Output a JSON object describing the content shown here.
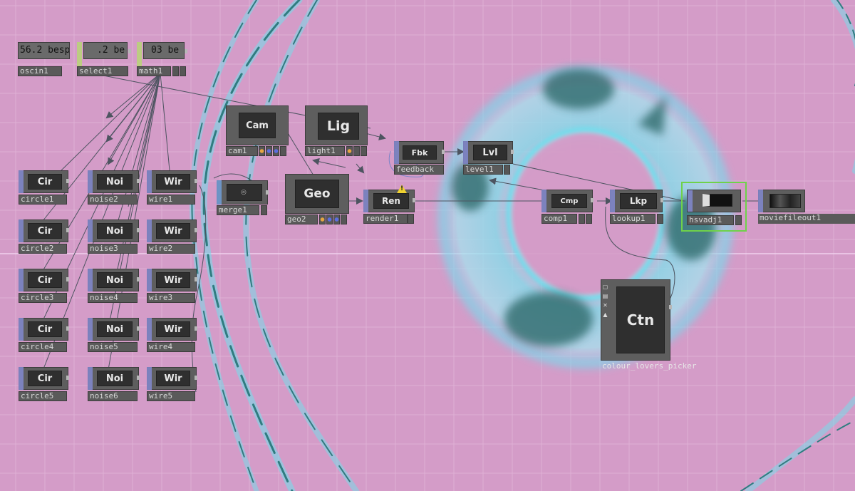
{
  "network": {
    "value_nodes": [
      {
        "id": "oscin1",
        "name": "oscin1",
        "value": "56.2 besp"
      },
      {
        "id": "select1",
        "name": "select1",
        "value": ".2 be"
      },
      {
        "id": "math1",
        "name": "math1",
        "value": "03 be"
      }
    ],
    "nodes": [
      {
        "id": "cam1",
        "name": "cam1",
        "label": "Cam"
      },
      {
        "id": "light1",
        "name": "light1",
        "label": "Lig"
      },
      {
        "id": "feedback1",
        "name": "feedback",
        "label": "Fbk"
      },
      {
        "id": "level1",
        "name": "level1",
        "label": "Lvl"
      },
      {
        "id": "merge1",
        "name": "merge1",
        "label": ""
      },
      {
        "id": "geo2",
        "name": "geo2",
        "label": "Geo"
      },
      {
        "id": "render1",
        "name": "render1",
        "label": "Ren"
      },
      {
        "id": "comp1",
        "name": "comp1",
        "label": "Cmp"
      },
      {
        "id": "lookup1",
        "name": "lookup1",
        "label": "Lkp"
      },
      {
        "id": "hsvadj1",
        "name": "hsvadj1",
        "label": ""
      },
      {
        "id": "moviefileout1",
        "name": "moviefileout1",
        "label": ""
      },
      {
        "id": "colour_lovers_picker",
        "name": "colour_lovers_picker",
        "label": "Ctn"
      },
      {
        "id": "circle1",
        "name": "circle1",
        "label": "Cir"
      },
      {
        "id": "noise2",
        "name": "noise2",
        "label": "Noi"
      },
      {
        "id": "wire1",
        "name": "wire1",
        "label": "Wir"
      },
      {
        "id": "circle2",
        "name": "circle2",
        "label": "Cir"
      },
      {
        "id": "noise3",
        "name": "noise3",
        "label": "Noi"
      },
      {
        "id": "wire2",
        "name": "wire2",
        "label": "Wir"
      },
      {
        "id": "circle3",
        "name": "circle3",
        "label": "Cir"
      },
      {
        "id": "noise4",
        "name": "noise4",
        "label": "Noi"
      },
      {
        "id": "wire3",
        "name": "wire3",
        "label": "Wir"
      },
      {
        "id": "circle4",
        "name": "circle4",
        "label": "Cir"
      },
      {
        "id": "noise5",
        "name": "noise5",
        "label": "Noi"
      },
      {
        "id": "wire4",
        "name": "wire4",
        "label": "Wir"
      },
      {
        "id": "circle5",
        "name": "circle5",
        "label": "Cir"
      },
      {
        "id": "noise6",
        "name": "noise6",
        "label": "Noi"
      },
      {
        "id": "wire5",
        "name": "wire5",
        "label": "Wir"
      }
    ]
  },
  "colors": {
    "background": "#d49cc8",
    "ring_glow": "#5fe4f0",
    "selected_outline": "#6fd24a",
    "warning": "#f0d230"
  },
  "icons": [
    "warning-icon",
    "viewer-icon",
    "camera-flag-icon"
  ]
}
